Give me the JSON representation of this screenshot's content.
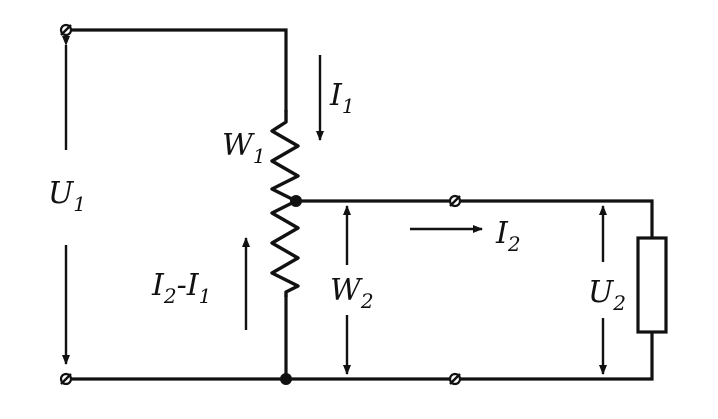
{
  "labels": {
    "u1_main": "U",
    "u1_sub": "1",
    "i1_main": "I",
    "i1_sub": "1",
    "w1_main": "W",
    "w1_sub": "1",
    "i2i1_a_main": "I",
    "i2i1_a_sub": "2",
    "i2i1_dash": "-",
    "i2i1_b_main": "I",
    "i2i1_b_sub": "1",
    "w2_main": "W",
    "w2_sub": "2",
    "i2_main": "I",
    "i2_sub": "2",
    "u2_main": "U",
    "u2_sub": "2"
  }
}
